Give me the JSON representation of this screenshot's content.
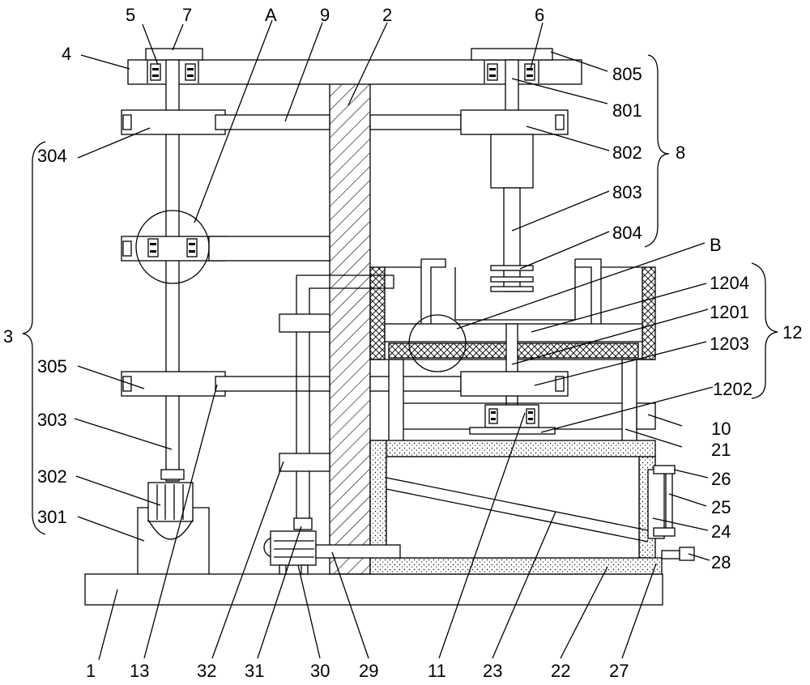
{
  "labels": {
    "l5": "5",
    "l7": "7",
    "lA": "A",
    "l9": "9",
    "l2": "2",
    "l6": "6",
    "l4": "4",
    "l805": "805",
    "l801": "801",
    "l802": "802",
    "l8": "8",
    "l304": "304",
    "l803": "803",
    "l804": "804",
    "lB": "B",
    "l1204": "1204",
    "l1201": "1201",
    "l12": "12",
    "l1203": "1203",
    "l3": "3",
    "l305": "305",
    "l1202": "1202",
    "l10": "10",
    "l303": "303",
    "l21": "21",
    "l26": "26",
    "l302": "302",
    "l25": "25",
    "l301": "301",
    "l24": "24",
    "l28": "28",
    "l1": "1",
    "l13": "13",
    "l32": "32",
    "l31": "31",
    "l30": "30",
    "l29": "29",
    "l11": "11",
    "l23": "23",
    "l22": "22",
    "l27": "27"
  }
}
